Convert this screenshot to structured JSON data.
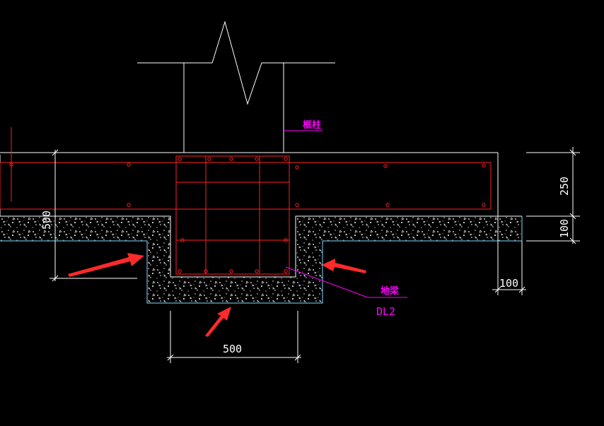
{
  "labels": {
    "column": "框柱",
    "beam": "地梁",
    "beam_code": "DL2"
  },
  "dimensions": {
    "height_top": "250",
    "height_slab": "100",
    "width_side": "100",
    "width_bottom": "500",
    "depth_left": "500"
  },
  "colors": {
    "background": "#000000",
    "outline": "#ffffff",
    "rebar": "#ff2020",
    "leader": "#ff00ff",
    "concrete_edge": "#7fd7ff",
    "arrow": "#ff2a2a"
  },
  "icons": {
    "break_line": "zigzag-break-symbol",
    "pointer": "red-arrow-icon"
  }
}
